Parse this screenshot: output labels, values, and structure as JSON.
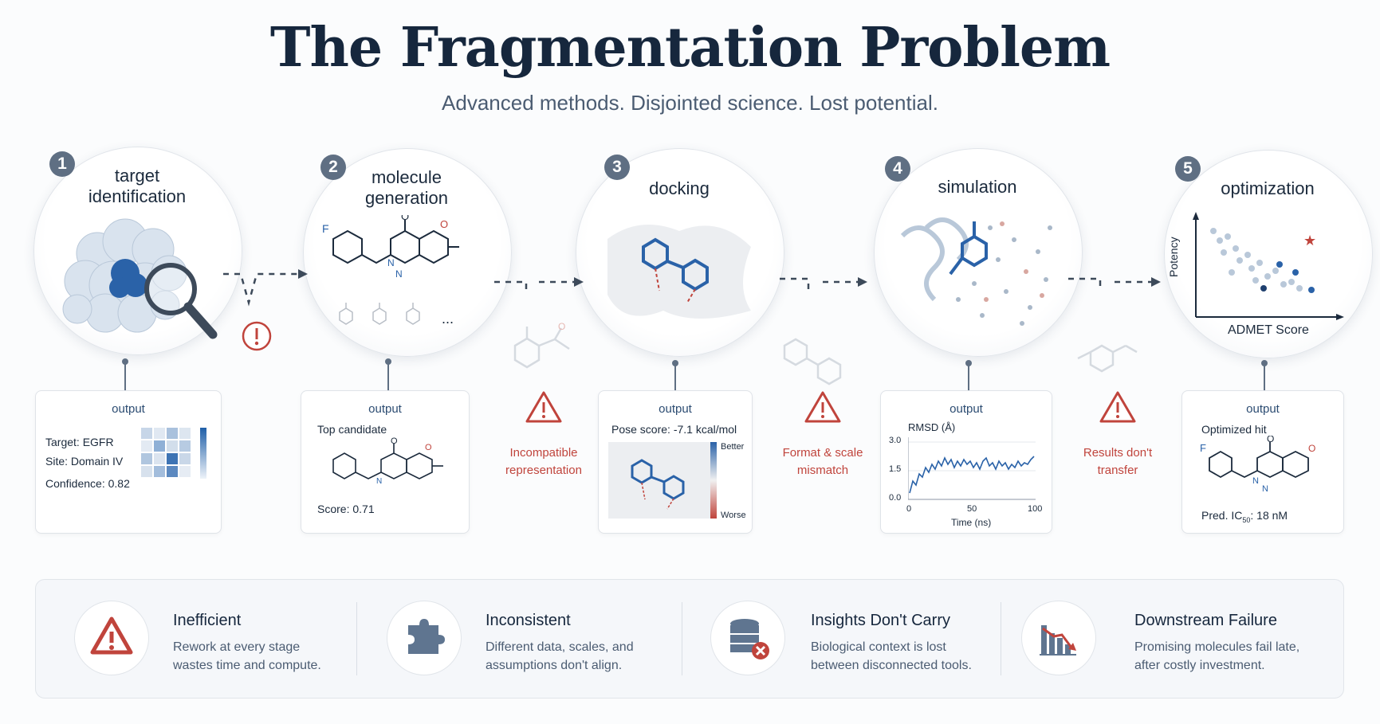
{
  "title": "The Fragmentation Problem",
  "subtitle": "Advanced methods. Disjointed science. Lost potential.",
  "stages": [
    {
      "num": "1",
      "label_l1": "target",
      "label_l2": "identification"
    },
    {
      "num": "2",
      "label_l1": "molecule",
      "label_l2": "generation"
    },
    {
      "num": "3",
      "label_l1": "docking",
      "label_l2": ""
    },
    {
      "num": "4",
      "label_l1": "simulation",
      "label_l2": ""
    },
    {
      "num": "5",
      "label_l1": "optimization",
      "label_l2": ""
    }
  ],
  "stage2_more": "...",
  "stage5_ylabel": "Potency",
  "stage5_xlabel": "ADMET Score",
  "output_label": "output",
  "card1": {
    "target": "Target:  EGFR",
    "site": "Site:  Domain IV",
    "confidence": "Confidence:  0.82"
  },
  "card2": {
    "top": "Top candidate",
    "score": "Score:  0.71"
  },
  "card3": {
    "pose": "Pose score: -7.1 kcal/mol",
    "better": "Better",
    "worse": "Worse"
  },
  "card4": {
    "ylabel": "RMSD (Å)",
    "xlabel": "Time (ns)",
    "y_ticks": [
      "3.0",
      "1.5",
      "0.0"
    ],
    "x_ticks": [
      "0",
      "50",
      "100"
    ]
  },
  "card5": {
    "hit": "Optimized hit",
    "ic50_pre": "Pred. IC",
    "ic50_sub": "50",
    "ic50_post": ":  18 nM"
  },
  "warnings": [
    {
      "l1": "Incompatible",
      "l2": "representation"
    },
    {
      "l1": "Format & scale",
      "l2": "mismatch"
    },
    {
      "l1": "Results don't",
      "l2": "transfer"
    }
  ],
  "bottom": [
    {
      "title": "Inefficient",
      "l1": "Rework at every stage",
      "l2": "wastes time and compute.",
      "icon": "warning-icon"
    },
    {
      "title": "Inconsistent",
      "l1": "Different data, scales, and",
      "l2": "assumptions don't align.",
      "icon": "puzzle-icon"
    },
    {
      "title": "Insights Don't Carry",
      "l1": "Biological context is lost",
      "l2": "between disconnected tools.",
      "icon": "database-error-icon"
    },
    {
      "title": "Downstream Failure",
      "l1": "Promising molecules fail late,",
      "l2": "after costly investment.",
      "icon": "declining-chart-icon"
    }
  ],
  "colors": {
    "accent": "#2a62a8",
    "warning": "#c0443c",
    "badge": "#5f6f83",
    "dark": "#16273d"
  }
}
